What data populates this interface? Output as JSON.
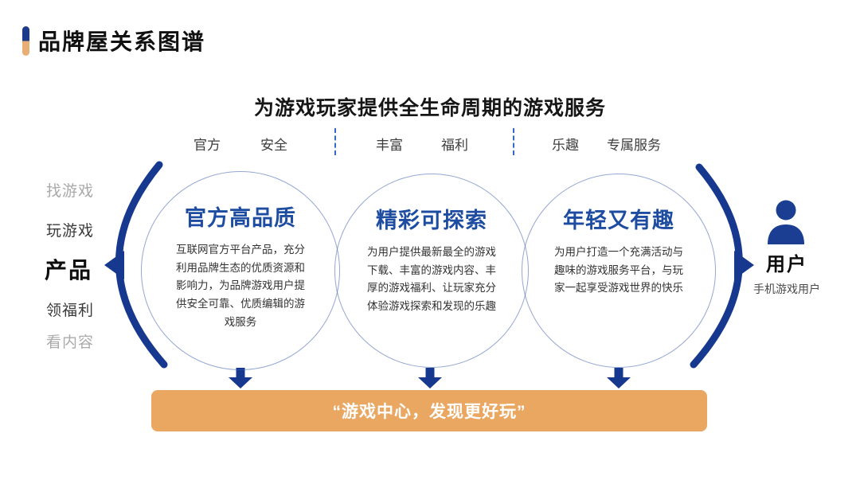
{
  "header": {
    "title": "品牌屋关系图谱"
  },
  "heading": "为游戏玩家提供全生命周期的游戏服务",
  "keywords": [
    "官方",
    "安全",
    "丰富",
    "福利",
    "乐趣",
    "专属服务"
  ],
  "stages": [
    "找游戏",
    "玩游戏",
    "产品",
    "领福利",
    "看内容"
  ],
  "circles": [
    {
      "title": "官方高品质",
      "body": "互联网官方平台产品，充分利用品牌生态的优质资源和影响力，为品牌游戏用户提供安全可靠、优质编辑的游戏服务"
    },
    {
      "title": "精彩可探索",
      "body": "为用户提供最新最全的游戏下载、丰富的游戏内容、丰厚的游戏福利、让玩家充分体验游戏探索和发现的乐趣"
    },
    {
      "title": "年轻又有趣",
      "body": "为用户打造一个充满活动与趣味的游戏服务平台，与玩家一起享受游戏世界的快乐"
    }
  ],
  "user": {
    "label": "用户",
    "sublabel": "手机游戏用户"
  },
  "banner": {
    "text": "“游戏中心，发现更好玩”"
  },
  "colors": {
    "navy": "#16398F",
    "title_blue": "#1D4CA0",
    "orange": "#E9A761",
    "divider_blue": "#3668C9"
  }
}
